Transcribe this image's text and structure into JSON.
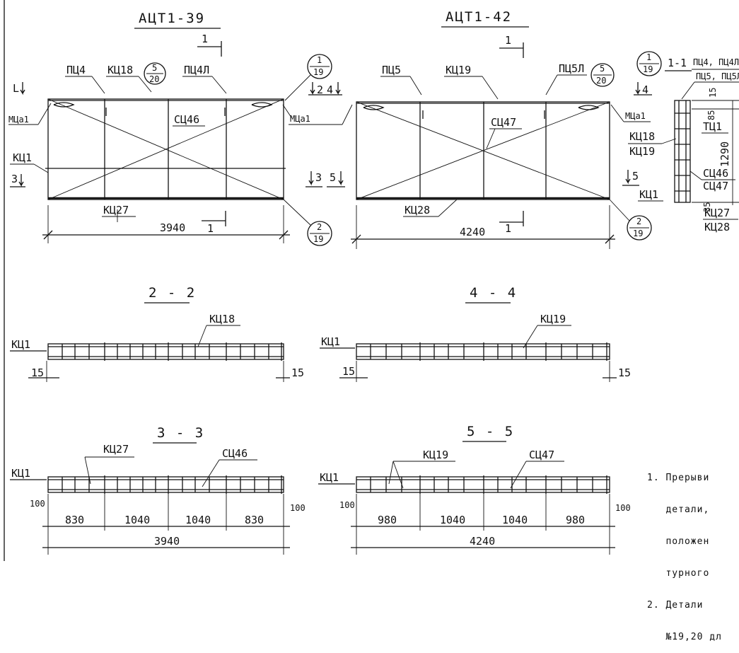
{
  "views": {
    "left_title": "АЦТ1-39",
    "right_title": "АЦТ1-42",
    "left_width": "3940",
    "right_width": "4240",
    "section_cut": "1",
    "circle_a_top": "5",
    "circle_a_bot": "20",
    "circle_b_top": "1",
    "circle_b_bot": "19",
    "circle_c_top": "2",
    "circle_c_bot": "19"
  },
  "labels": {
    "pts4": "ПЦ4",
    "pts4l": "ПЦ4Л",
    "pts5": "ПЦ5",
    "pts5l": "ПЦ5Л",
    "kts18": "КЦ18",
    "kts19": "КЦ19",
    "kts1": "КЦ1",
    "kts27": "КЦ27",
    "kts28": "КЦ28",
    "mtsa1": "МЦа1",
    "sts46": "СЦ46",
    "sts47": "СЦ47",
    "tts1": "ТЦ1"
  },
  "section11": {
    "title": "1-1",
    "top_label_1": "ПЦ4, ПЦ4Л",
    "top_label_2": "ПЦ5, ПЦ5Л",
    "dim_15": "15",
    "dim_85": "85",
    "dim_1290": "1290",
    "dim_35": "35",
    "mark_kts18_19": "КЦ18\nКЦ19",
    "mark_sts": "СЦ46\nСЦ47",
    "mark_kts27_28": "КЦ27\nКЦ28"
  },
  "sections": {
    "s22": "2 - 2",
    "s44": "4 - 4",
    "s33": "3 - 3",
    "s55": "5 - 5",
    "cut2": "2",
    "cut3": "3",
    "cut4": "4",
    "cut5": "5",
    "edge_15": "15",
    "edge_100": "100"
  },
  "dims_33": [
    "830",
    "1040",
    "1040",
    "830"
  ],
  "dims_55": [
    "980",
    "1040",
    "1040",
    "980"
  ],
  "notes": [
    "1. Прерыви",
    "   детали,",
    "   положен",
    "   турного",
    "2. Детали",
    "   №19,20 дл"
  ]
}
